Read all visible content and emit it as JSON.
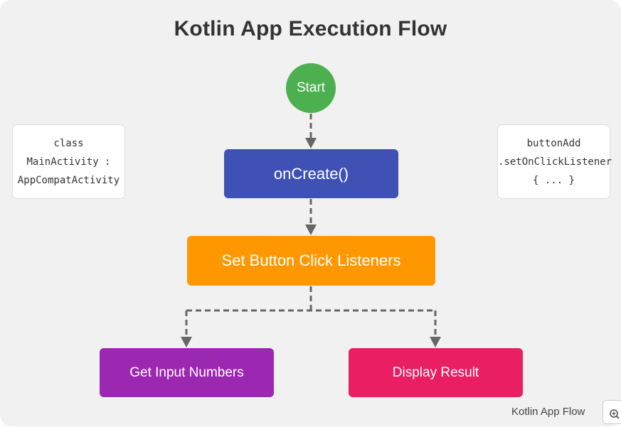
{
  "title": "Kotlin App Execution Flow",
  "nodes": {
    "start": "Start",
    "on_create": "onCreate()",
    "set_listeners": "Set Button Click Listeners",
    "get_input": "Get Input Numbers",
    "display_result": "Display Result"
  },
  "code_notes": {
    "main_activity": [
      "class",
      "MainActivity :",
      "AppCompatActivity"
    ],
    "button_listener": [
      "buttonAdd",
      ".setOnClickListener",
      "{ ... }"
    ]
  },
  "caption": "Kotlin App Flow",
  "colors": {
    "start": "#4caf50",
    "on_create": "#3f51b5",
    "set_listeners": "#ff9800",
    "get_input": "#9c27b0",
    "display_result": "#e91e63",
    "arrow": "#666666"
  },
  "icons": {
    "zoom": "zoom-in-icon"
  }
}
